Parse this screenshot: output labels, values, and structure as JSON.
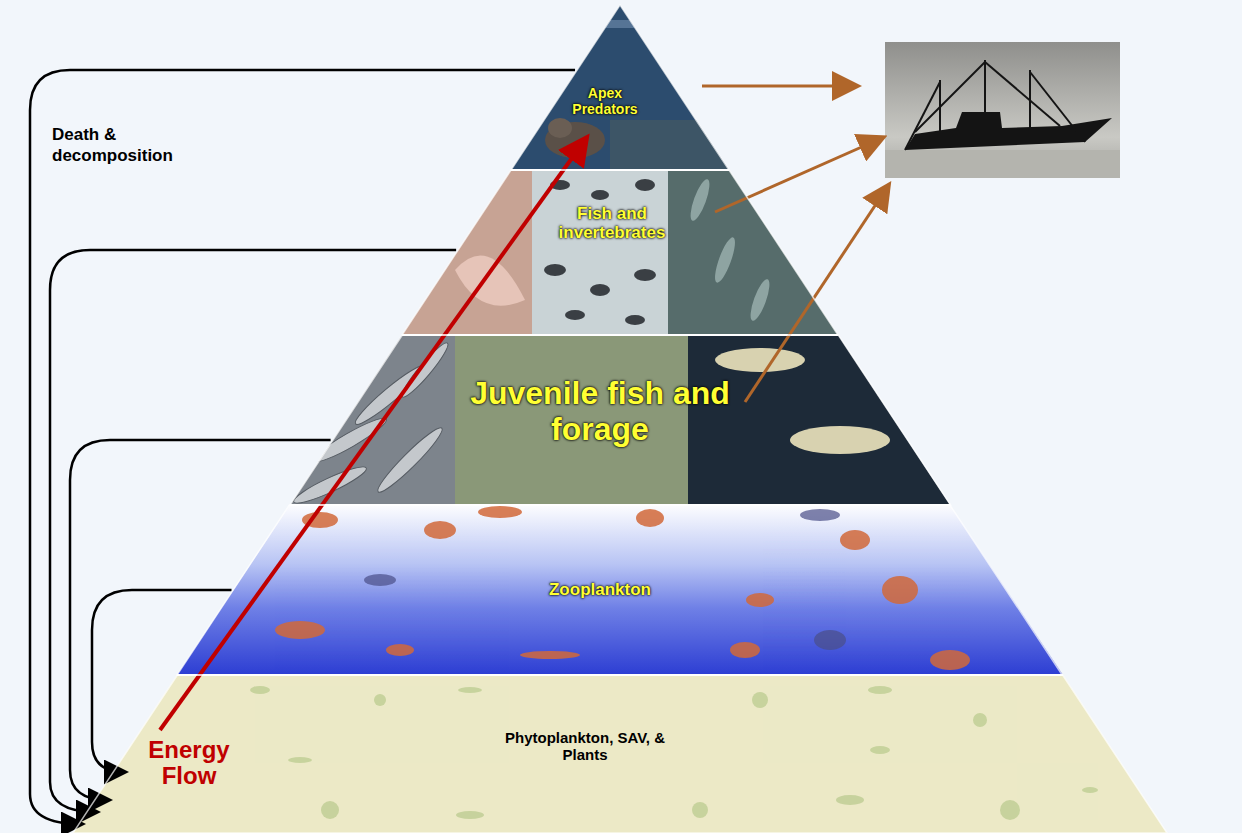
{
  "diagram": {
    "nodes": [
      {
        "text": [
          "Apex Predators"
        ]
      },
      {
        "text": [
          "Fish and invertebrates"
        ]
      },
      {
        "text": [
          "Juvenile fish and forage"
        ]
      },
      {
        "text": [
          "Zooplankton"
        ]
      },
      {
        "text": [
          "Phytoplankton, SAV, & Plants"
        ]
      }
    ],
    "edges": [
      {
        "from": 0,
        "to": 4,
        "arrow": "to"
      },
      {
        "from": 1,
        "to": 4,
        "arrow": "to"
      },
      {
        "from": 2,
        "to": 4,
        "arrow": "to"
      },
      {
        "from": 3,
        "to": 4,
        "arrow": "to"
      },
      {
        "from": 4,
        "to": 0,
        "arrow": "to",
        "label": "Energy Flow"
      }
    ],
    "labels": [
      "Death & decomposition"
    ]
  }
}
